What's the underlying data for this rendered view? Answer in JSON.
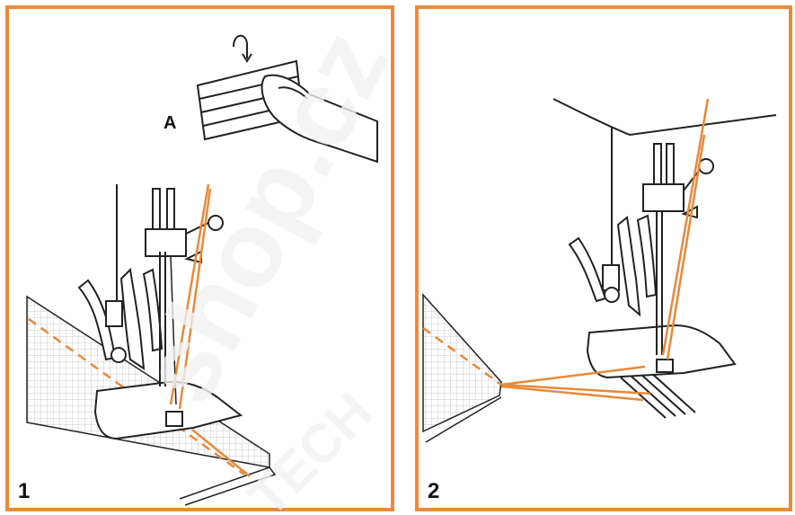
{
  "panels": [
    {
      "step": "1",
      "callout": "A"
    },
    {
      "step": "2"
    }
  ],
  "watermark": {
    "main": "shop.cz",
    "sub": "TECH"
  },
  "colors": {
    "frame": "#ea8a3a",
    "thread": "#e8893a",
    "line": "#222222",
    "watermark": "#f3f3f3"
  }
}
